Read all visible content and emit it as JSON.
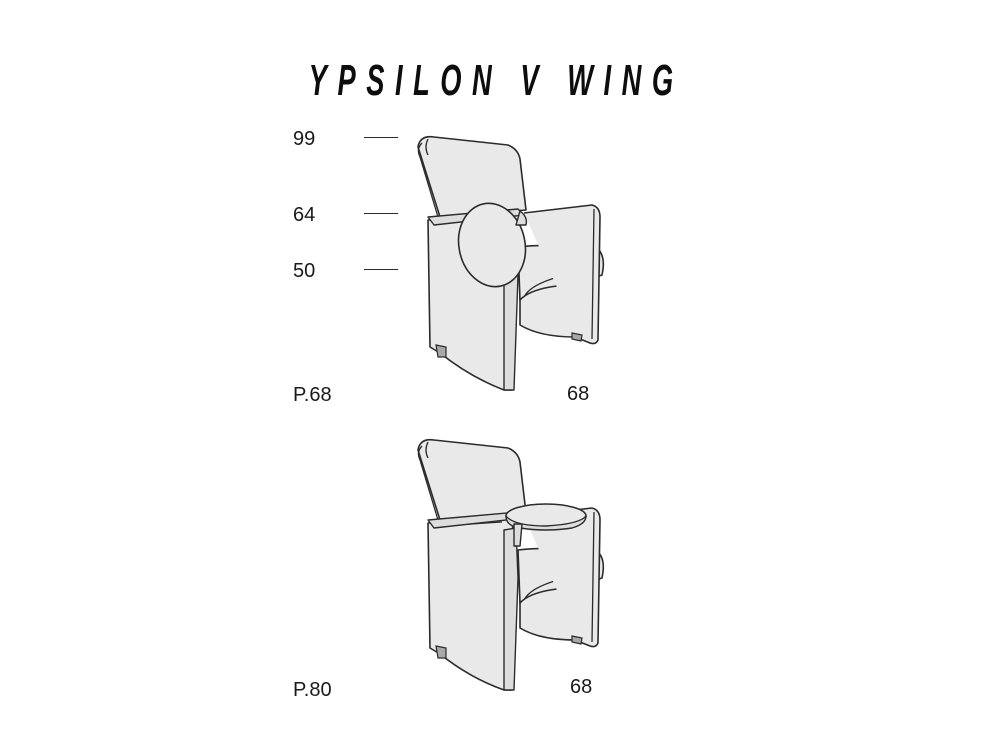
{
  "title": "YPSILON V WING",
  "heights": [
    "99",
    "64",
    "50"
  ],
  "variants": [
    {
      "depth_label": "P.68",
      "width_label": "68",
      "tablet": "side-upright"
    },
    {
      "depth_label": "P.80",
      "width_label": "68",
      "tablet": "horizontal-open"
    }
  ],
  "colors": {
    "fill": "#e8e9e8",
    "stroke": "#2b2b2b"
  }
}
